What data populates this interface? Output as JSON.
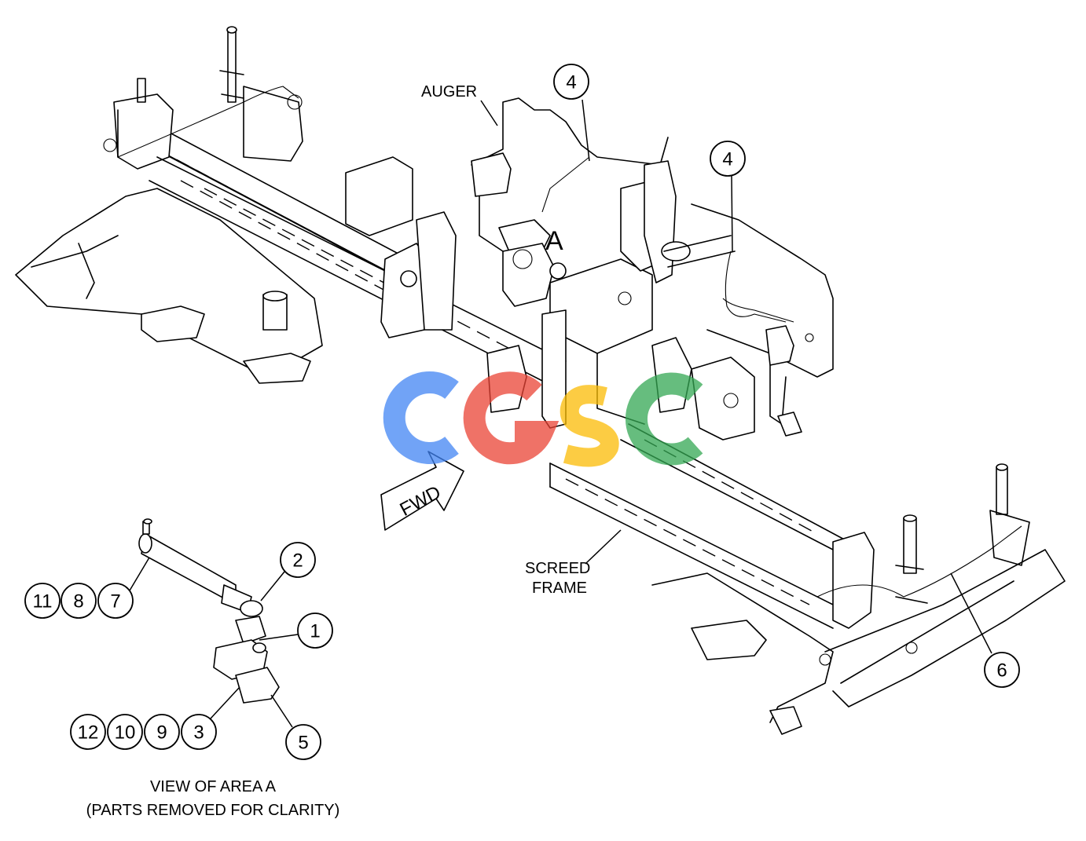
{
  "labels": {
    "auger": "AUGER",
    "area_marker": "A",
    "screed_line1": "SCREED",
    "screed_line2": "FRAME",
    "fwd": "FWD",
    "view_title": "VIEW OF AREA A",
    "view_subtitle": "(PARTS REMOVED FOR CLARITY)"
  },
  "callouts": {
    "c4a": "4",
    "c4b": "4",
    "c6": "6",
    "c2": "2",
    "c1": "1",
    "c5": "5",
    "c11": "11",
    "c8": "8",
    "c7": "7",
    "c12": "12",
    "c10": "10",
    "c9": "9",
    "c3": "3"
  },
  "watermark": {
    "text": "CGSC",
    "colors": [
      "#4285f4",
      "#ea4335",
      "#fbbc05",
      "#34a853"
    ]
  }
}
